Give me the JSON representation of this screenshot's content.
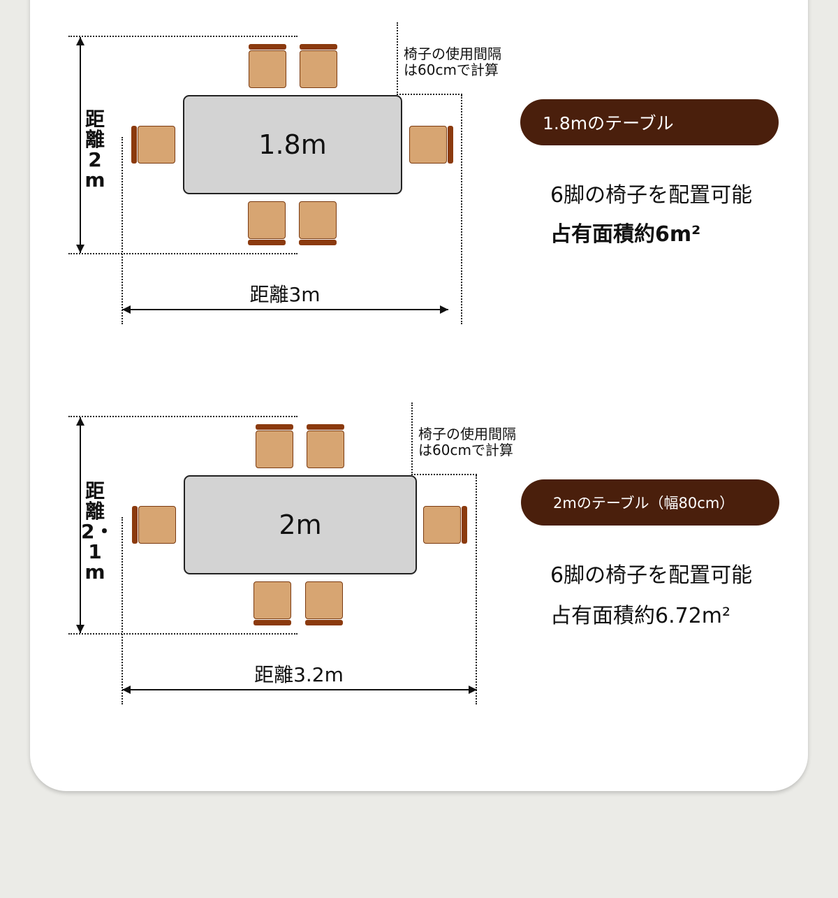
{
  "sections": [
    {
      "table_label": "1.8m",
      "height_label": "距離2m",
      "width_label": "距離3m",
      "note_line1": "椅子の使用間隔",
      "note_line2": "は60cmで計算",
      "pill_text": "1.8mのテーブル",
      "chairs_text": "6脚の椅子を配置可能",
      "area_text": "占有面積約6m²"
    },
    {
      "table_label": "2m",
      "height_label": "距離2・1m",
      "width_label": "距離3.2m",
      "note_line1": "椅子の使用間隔",
      "note_line2": "は60cmで計算",
      "pill_text": "2mのテーブル（幅80cm）",
      "chairs_text": "6脚の椅子を配置可能",
      "area_text": "占有面積約6.72m²"
    }
  ],
  "colors": {
    "pill_bg": "#4a1f0c",
    "chair": "#d7a572",
    "chair_back": "#8b3a0e",
    "table": "#d3d3d3",
    "background": "#ebebe7"
  }
}
